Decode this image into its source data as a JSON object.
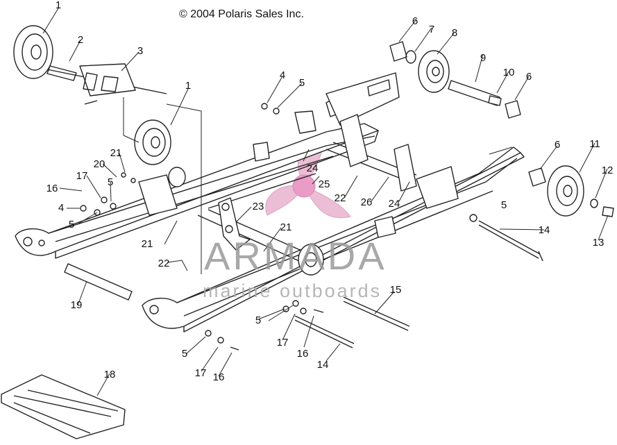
{
  "header": {
    "copyright": "© 2004 Polaris Sales Inc."
  },
  "watermark": {
    "brand": "ARMADA",
    "tagline": "marine outboards",
    "logo_color": "#e6a9c8",
    "text_color": "#9a9a9a"
  },
  "parts_diagram": {
    "callouts": [
      {
        "id": "c1a",
        "label": "1"
      },
      {
        "id": "c2",
        "label": "2"
      },
      {
        "id": "c3",
        "label": "3"
      },
      {
        "id": "c1b",
        "label": "1"
      },
      {
        "id": "c4a",
        "label": "4"
      },
      {
        "id": "c5a",
        "label": "5"
      },
      {
        "id": "c6a",
        "label": "6"
      },
      {
        "id": "c7",
        "label": "7"
      },
      {
        "id": "c8",
        "label": "8"
      },
      {
        "id": "c9",
        "label": "9"
      },
      {
        "id": "c10",
        "label": "10"
      },
      {
        "id": "c6b",
        "label": "6"
      },
      {
        "id": "c6c",
        "label": "6"
      },
      {
        "id": "c11",
        "label": "11"
      },
      {
        "id": "c12",
        "label": "12"
      },
      {
        "id": "c13",
        "label": "13"
      },
      {
        "id": "c14a",
        "label": "14"
      },
      {
        "id": "c5b",
        "label": "5"
      },
      {
        "id": "c21a",
        "label": "21"
      },
      {
        "id": "c20",
        "label": "20"
      },
      {
        "id": "c17a",
        "label": "17"
      },
      {
        "id": "c5c",
        "label": "5"
      },
      {
        "id": "c16a",
        "label": "16"
      },
      {
        "id": "c4b",
        "label": "4"
      },
      {
        "id": "c5d",
        "label": "5"
      },
      {
        "id": "c24a",
        "label": "24"
      },
      {
        "id": "c25",
        "label": "25"
      },
      {
        "id": "c22a",
        "label": "22"
      },
      {
        "id": "c26",
        "label": "26"
      },
      {
        "id": "c24b",
        "label": "24"
      },
      {
        "id": "c23",
        "label": "23"
      },
      {
        "id": "c21b",
        "label": "21"
      },
      {
        "id": "c21c",
        "label": "21"
      },
      {
        "id": "c22b",
        "label": "22"
      },
      {
        "id": "c19",
        "label": "19"
      },
      {
        "id": "c15",
        "label": "15"
      },
      {
        "id": "c5e",
        "label": "5"
      },
      {
        "id": "c17b",
        "label": "17"
      },
      {
        "id": "c16b",
        "label": "16"
      },
      {
        "id": "c14b",
        "label": "14"
      },
      {
        "id": "c5f",
        "label": "5"
      },
      {
        "id": "c17c",
        "label": "17"
      },
      {
        "id": "c16c",
        "label": "16"
      },
      {
        "id": "c18",
        "label": "18"
      }
    ]
  }
}
